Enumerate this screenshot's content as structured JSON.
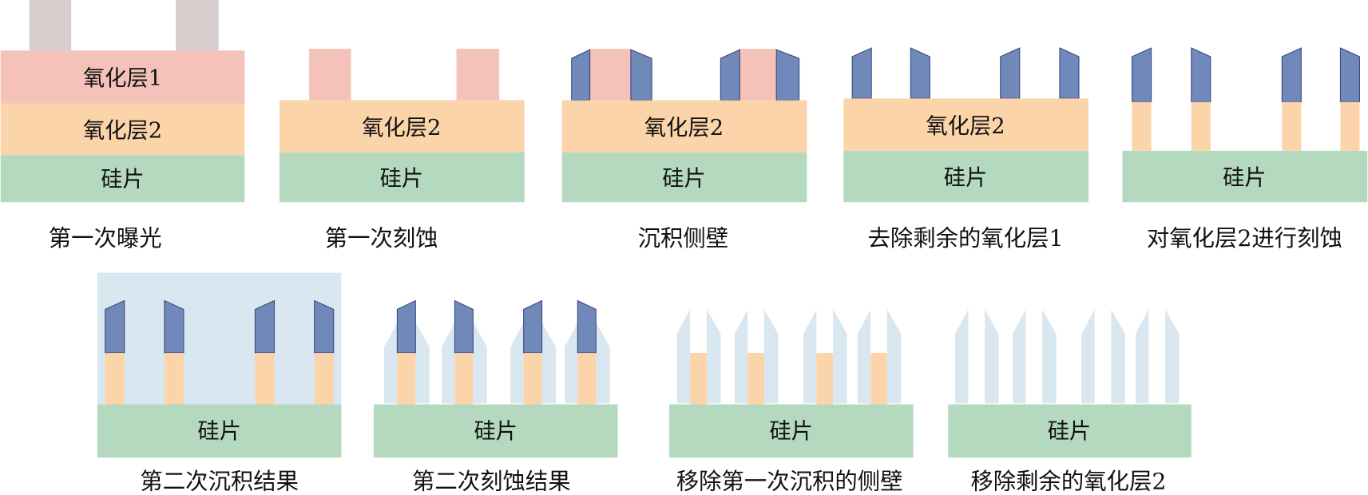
{
  "colors": {
    "photoresist": "#d6cecc",
    "oxide1": "#f4c2b9",
    "oxide2": "#fbd4aa",
    "silicon": "#b4d9bf",
    "sidewall1": "#7188bb",
    "sidewall1_edge": "#3c4a7c",
    "sidewall2": "#d9e7f0"
  },
  "layers": {
    "oxide1": "氧化层1",
    "oxide2": "氧化层2",
    "silicon": "硅片"
  },
  "steps": [
    {
      "caption": "第一次曝光"
    },
    {
      "caption": "第一次刻蚀"
    },
    {
      "caption": "沉积侧壁"
    },
    {
      "caption": "去除剩余的氧化层1"
    },
    {
      "caption": "对氧化层2进行刻蚀"
    },
    {
      "caption": "第二次沉积结果"
    },
    {
      "caption": "第二次刻蚀结果"
    },
    {
      "caption": "移除第一次沉积的侧壁"
    },
    {
      "caption": "移除剩余的氧化层2"
    }
  ]
}
